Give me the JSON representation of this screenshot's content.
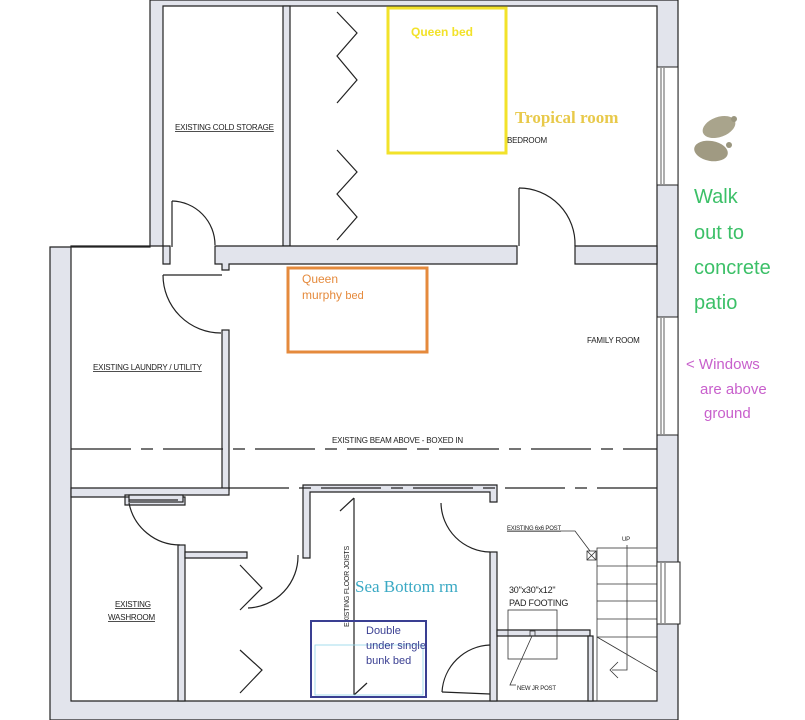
{
  "plan_labels": {
    "cold_storage": "EXISTING COLD STORAGE",
    "bedroom": "BEDROOM",
    "laundry": "EXISTING LAUNDRY / UTILITY",
    "family_room": "FAMILY ROOM",
    "beam": "EXISTING BEAM ABOVE - BOXED IN",
    "washroom_1": "EXISTING",
    "washroom_2": "WASHROOM",
    "joists": "EXISTING FLOOR JOISTS",
    "post": "EXISTING 6x6 POST",
    "up": "UP",
    "footing_1": "30\"x30\"x12\"",
    "footing_2": "PAD FOOTING",
    "jr_post": "NEW JR POST"
  },
  "annotations": {
    "queen_bed": "Queen bed",
    "tropical_room": "Tropical room",
    "murphy_1": "Queen",
    "murphy_2": "murphy",
    "murphy_3": "bed",
    "sea_bottom": "Sea Bottom rm",
    "bunk_1": "Double",
    "bunk_2": "under single",
    "bunk_3": "bunk bed",
    "walk_1": "Walk",
    "walk_2": "out to",
    "walk_3": "concrete",
    "walk_4": "patio",
    "windows_1": "< Windows",
    "windows_2": "are above",
    "windows_3": "ground"
  },
  "colors": {
    "yellow": "#f2e22a",
    "tropical": "#e8c94a",
    "orange": "#e58a3c",
    "navy": "#3a3f92",
    "teal": "#3aa9c4",
    "green": "#3cc068",
    "magenta": "#c860cc"
  }
}
